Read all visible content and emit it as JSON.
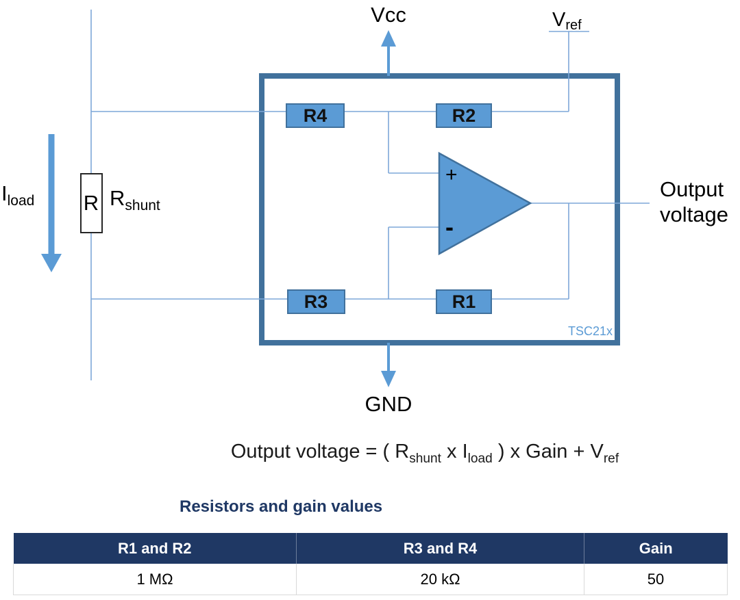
{
  "diagram": {
    "colors": {
      "wire": "#7da7d8",
      "accent_fill": "#5b9bd5",
      "accent_border": "#41719c",
      "ic_border": "#41719c",
      "chip_label": "#5b9bd5",
      "table_header_bg": "#1f3864"
    },
    "power": {
      "vcc": "Vcc",
      "gnd": "GND",
      "vref_base": "V",
      "vref_sub": "ref"
    },
    "load": {
      "current_base": "I",
      "current_sub": "load",
      "shunt_symbol": "R",
      "shunt_base": "R",
      "shunt_sub": "shunt"
    },
    "resistors": {
      "r4": "R4",
      "r2": "R2",
      "r3": "R3",
      "r1": "R1"
    },
    "opamp": {
      "plus": "+",
      "minus": "-"
    },
    "output": {
      "line1": "Output",
      "line2": "voltage"
    },
    "chip_name": "TSC21x"
  },
  "formula": {
    "part1": "Output voltage = ( R",
    "sub1": "shunt",
    "part2": " x I",
    "sub2": "load",
    "part3": " ) x Gain + V",
    "sub3": "ref"
  },
  "table": {
    "title": "Resistors and gain values",
    "headers": [
      "R1 and R2",
      "R3 and R4",
      "Gain"
    ],
    "values": [
      "1 MΩ",
      "20 kΩ",
      "50"
    ]
  }
}
